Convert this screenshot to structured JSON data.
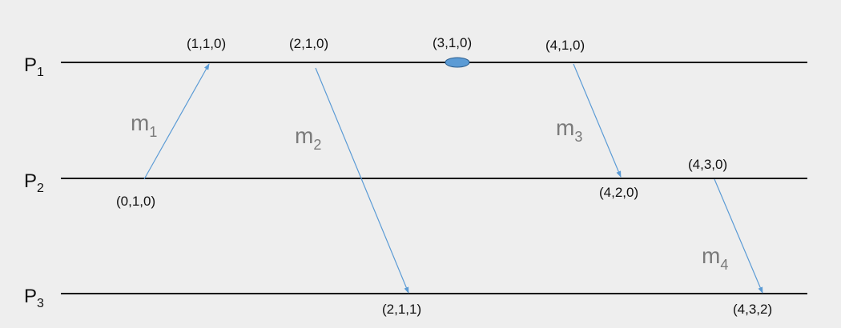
{
  "processes": [
    {
      "id": "p1",
      "letter": "P",
      "sub": "1"
    },
    {
      "id": "p2",
      "letter": "P",
      "sub": "2"
    },
    {
      "id": "p3",
      "letter": "P",
      "sub": "3"
    }
  ],
  "events": {
    "p1_e1": "(1,1,0)",
    "p1_e2": "(2,1,0)",
    "p1_e3": "(3,1,0)",
    "p1_e4": "(4,1,0)",
    "p2_e1": "(0,1,0)",
    "p2_e2": "(4,2,0)",
    "p2_e3": "(4,3,0)",
    "p3_e1": "(2,1,1)",
    "p3_e2": "(4,3,2)"
  },
  "messages": [
    {
      "id": "m1",
      "letter": "m",
      "sub": "1"
    },
    {
      "id": "m2",
      "letter": "m",
      "sub": "2"
    },
    {
      "id": "m3",
      "letter": "m",
      "sub": "3"
    },
    {
      "id": "m4",
      "letter": "m",
      "sub": "4"
    }
  ],
  "colors": {
    "background": "#eeeeee",
    "timeline": "#111111",
    "arrow": "#5b9bd5",
    "internal_event_fill": "#5b9bd5",
    "internal_event_stroke": "#2e5f8e",
    "message_label": "#7a7a7a"
  }
}
